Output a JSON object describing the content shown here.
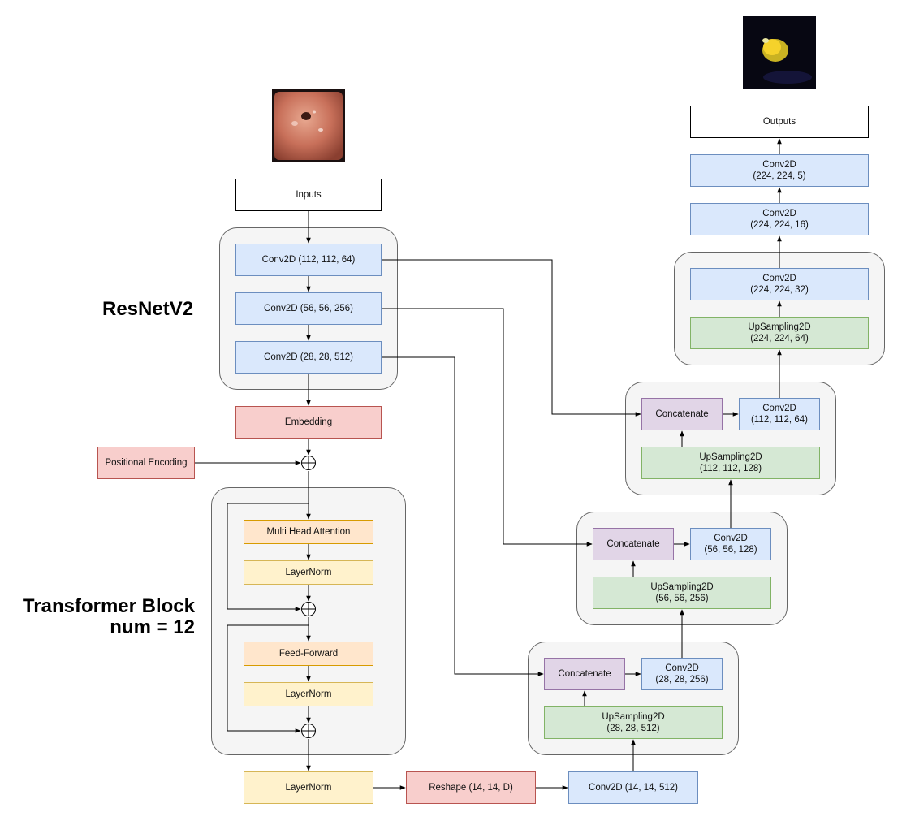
{
  "labels": {
    "resnet": "ResNetV2",
    "transformer_line1": "Transformer Block",
    "transformer_line2": "num = 12"
  },
  "nodes": {
    "inputs": "Inputs",
    "conv_112": "Conv2D (112, 112, 64)",
    "conv_56": "Conv2D (56, 56, 256)",
    "conv_28": "Conv2D (28, 28, 512)",
    "embedding": "Embedding",
    "positional_encoding": "Positional Encoding",
    "mha": "Multi Head Attention",
    "layernorm_1": "LayerNorm",
    "feed_forward": "Feed-Forward",
    "layernorm_2": "LayerNorm",
    "layernorm_final": "LayerNorm",
    "reshape": "Reshape (14, 14, D)",
    "conv_14": "Conv2D (14, 14, 512)",
    "up_28_title": "UpSampling2D",
    "up_28_shape": "(28, 28, 512)",
    "concat_28": "Concatenate",
    "conv_28_256_title": "Conv2D",
    "conv_28_256_shape": "(28, 28, 256)",
    "up_56_title": "UpSampling2D",
    "up_56_shape": "(56, 56, 256)",
    "concat_56": "Concatenate",
    "conv_56_128_title": "Conv2D",
    "conv_56_128_shape": "(56, 56, 128)",
    "up_112_title": "UpSampling2D",
    "up_112_shape": "(112, 112, 128)",
    "concat_112": "Concatenate",
    "conv_112_64_title": "Conv2D",
    "conv_112_64_shape": "(112, 112, 64)",
    "up_224_title": "UpSampling2D",
    "up_224_shape": "(224, 224, 64)",
    "conv_224_32_title": "Conv2D",
    "conv_224_32_shape": "(224, 224, 32)",
    "conv_224_16_title": "Conv2D",
    "conv_224_16_shape": "(224, 224, 16)",
    "conv_224_5_title": "Conv2D",
    "conv_224_5_shape": "(224, 224, 5)",
    "outputs": "Outputs"
  }
}
